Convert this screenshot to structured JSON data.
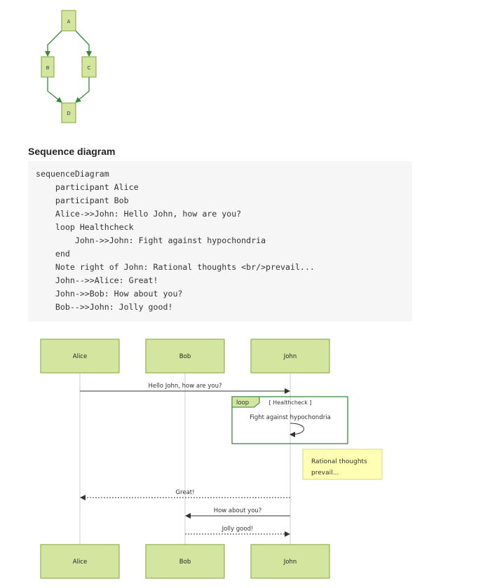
{
  "colors": {
    "node_fill": "#d4e5a0",
    "node_border": "#7ea538",
    "edge": "#2e8b2e",
    "code_bg": "#f6f6f6",
    "note_fill": "#ffffb3",
    "note_border": "#d6d68a",
    "loop_border": "#2e7d32"
  },
  "flowchart": {
    "nodes": [
      "A",
      "B",
      "C",
      "D"
    ],
    "edges": [
      [
        "A",
        "B"
      ],
      [
        "A",
        "C"
      ],
      [
        "B",
        "D"
      ],
      [
        "C",
        "D"
      ]
    ]
  },
  "section": {
    "title": "Sequence diagram"
  },
  "code": {
    "lines": [
      "sequenceDiagram",
      "    participant Alice",
      "    participant Bob",
      "    Alice->>John: Hello John, how are you?",
      "    loop Healthcheck",
      "        John->>John: Fight against hypochondria",
      "    end",
      "    Note right of John: Rational thoughts <br/>prevail...",
      "    John-->>Alice: Great!",
      "    John->>Bob: How about you?",
      "    Bob-->>John: Jolly good!"
    ]
  },
  "sequence": {
    "participants": [
      "Alice",
      "Bob",
      "John"
    ],
    "messages": [
      {
        "from": "Alice",
        "to": "John",
        "text": "Hello John, how are you?",
        "style": "solid"
      },
      {
        "from": "John",
        "to": "John",
        "text": "Fight against hypochondria",
        "style": "self"
      },
      {
        "from": "John",
        "to": "Alice",
        "text": "Great!",
        "style": "dotted"
      },
      {
        "from": "John",
        "to": "Bob",
        "text": "How about you?",
        "style": "solid"
      },
      {
        "from": "Bob",
        "to": "John",
        "text": "Jolly good!",
        "style": "dotted"
      }
    ],
    "loop": {
      "tag": "loop",
      "label": "[ Healthcheck ]"
    },
    "note": {
      "lines": [
        "Rational thoughts",
        "prevail..."
      ]
    }
  }
}
